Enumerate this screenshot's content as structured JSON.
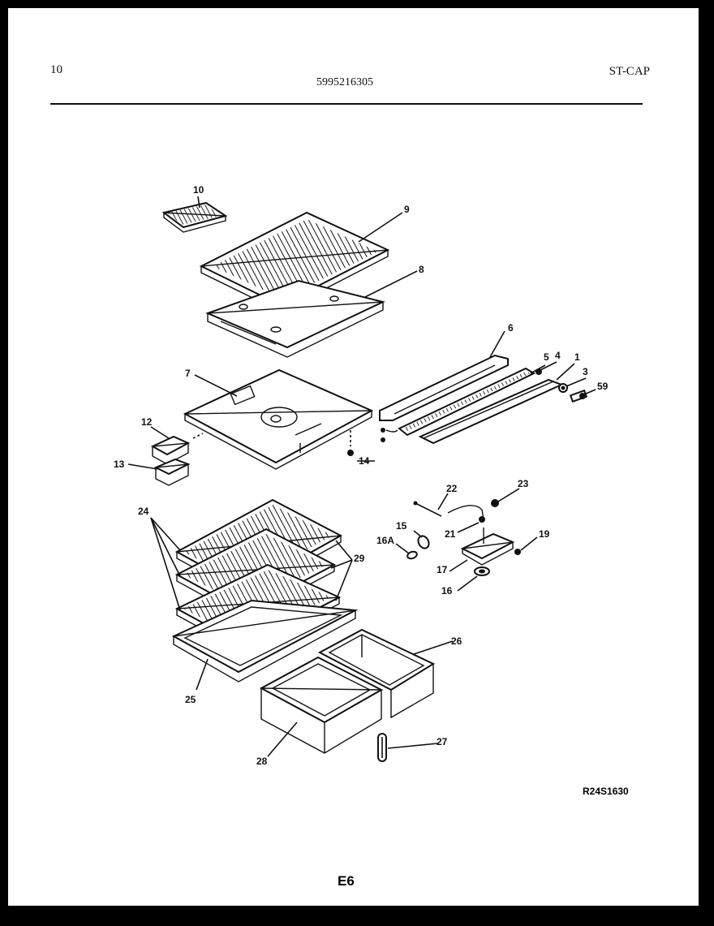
{
  "header": {
    "page_number": "10",
    "part_number": "5995216305",
    "model_code": "ST-CAP"
  },
  "footer": {
    "reference_code": "R24S1630",
    "page_code": "E6"
  },
  "diagram": {
    "part_labels": {
      "p1": "1",
      "p3": "3",
      "p4": "4",
      "p5": "5",
      "p6": "6",
      "p7": "7",
      "p8": "8",
      "p9": "9",
      "p10": "10",
      "p12": "12",
      "p13": "13",
      "p14": "14",
      "p15": "15",
      "p16": "16",
      "p16a": "16A",
      "p17": "17",
      "p19": "19",
      "p21": "21",
      "p22": "22",
      "p23": "23",
      "p24": "24",
      "p25": "25",
      "p26": "26",
      "p27": "27",
      "p28": "28",
      "p29": "29",
      "p59": "59"
    }
  }
}
